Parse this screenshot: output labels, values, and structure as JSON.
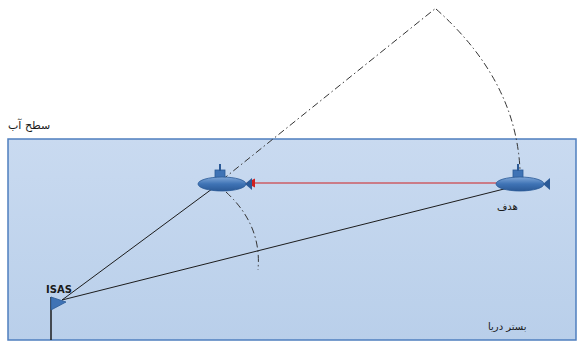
{
  "diagram": {
    "labels": [
      "سطح آب",
      "ISAS",
      "هدف",
      "بستر دریا"
    ]
  }
}
